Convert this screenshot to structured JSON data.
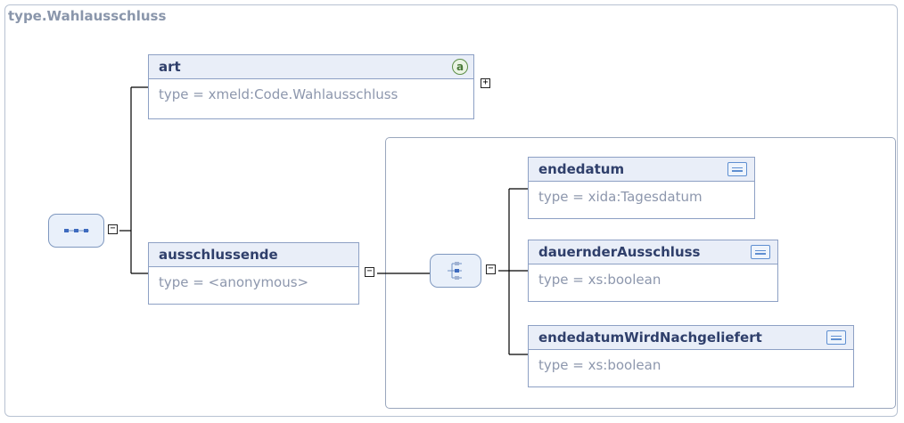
{
  "frame": {
    "title": "type.Wahlausschluss"
  },
  "elements": {
    "art": {
      "name": "art",
      "type": "type = xmeld:Code.Wahlausschluss",
      "badge": "a"
    },
    "ausschlussende": {
      "name": "ausschlussende",
      "type": "type = <anonymous>"
    },
    "endedatum": {
      "name": "endedatum",
      "type": "type = xida:Tagesdatum"
    },
    "dauernderAusschluss": {
      "name": "dauernderAusschluss",
      "type": "type = xs:boolean"
    },
    "endedatumWirdNachgeliefert": {
      "name": "endedatumWirdNachgeliefert",
      "type": "type = xs:boolean"
    }
  },
  "toggles": {
    "expand": "+",
    "collapse": "−"
  },
  "compositors": {
    "sequence": "sequence-icon",
    "choice": "choice-icon"
  },
  "icons": {
    "attribute": "attribute-icon",
    "documentation": "documentation-icon"
  },
  "colors": {
    "element_header": "#e9eef8",
    "border": "#8da0c4",
    "name": "#2f3f6b",
    "type": "#8d97ad",
    "frame_title": "#8a96ab"
  }
}
